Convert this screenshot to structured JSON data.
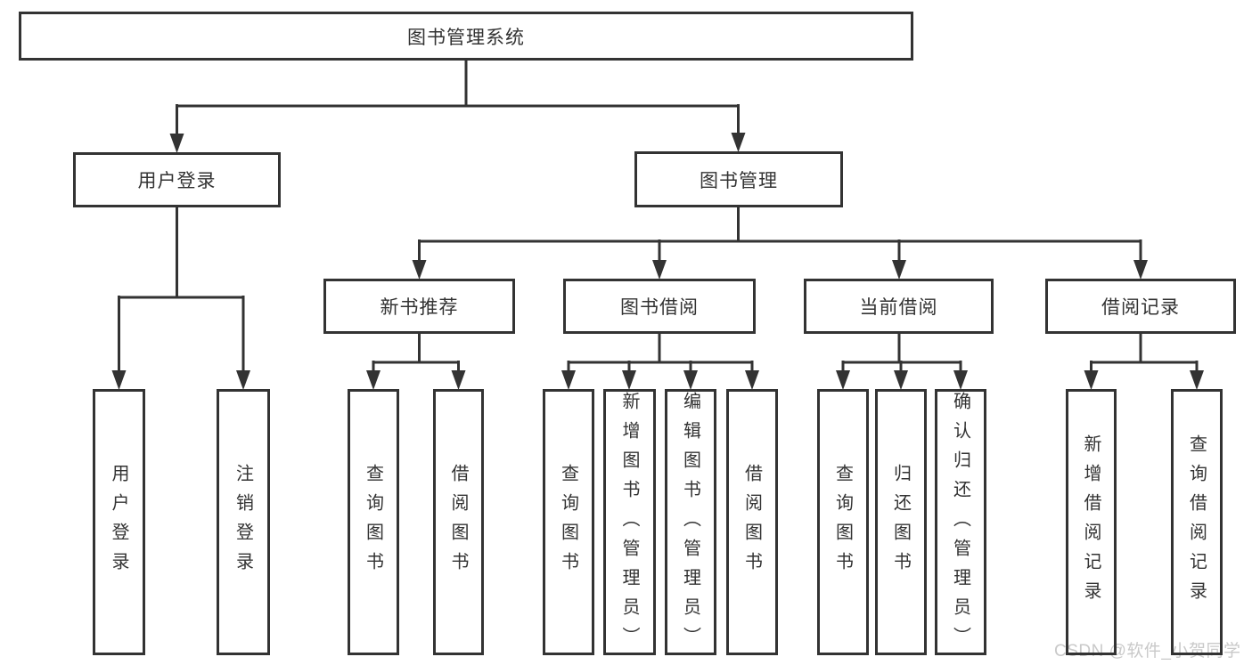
{
  "diagram": {
    "root": {
      "label": "图书管理系统"
    },
    "level2": [
      {
        "label": "用户登录",
        "children": [
          "用户登录",
          "注销登录"
        ]
      },
      {
        "label": "图书管理"
      }
    ],
    "sections": [
      {
        "label": "新书推荐",
        "children": [
          "查询图书",
          "借阅图书"
        ]
      },
      {
        "label": "图书借阅",
        "children": [
          "查询图书",
          "新增图书（管理员）",
          "编辑图书（管理员）",
          "借阅图书"
        ]
      },
      {
        "label": "当前借阅",
        "children": [
          "查询图书",
          "归还图书",
          "确认归还（管理员）"
        ]
      },
      {
        "label": "借阅记录",
        "children": [
          "新增借阅记录",
          "查询借阅记录"
        ]
      }
    ]
  },
  "watermark": {
    "text": "CSDN @软件_小贺同学"
  },
  "colors": {
    "line": "#333333",
    "box_border": "#333333",
    "box_fill": "#ffffff",
    "text": "#333333",
    "watermark": "#c9c9c9",
    "background": "#ffffff"
  }
}
